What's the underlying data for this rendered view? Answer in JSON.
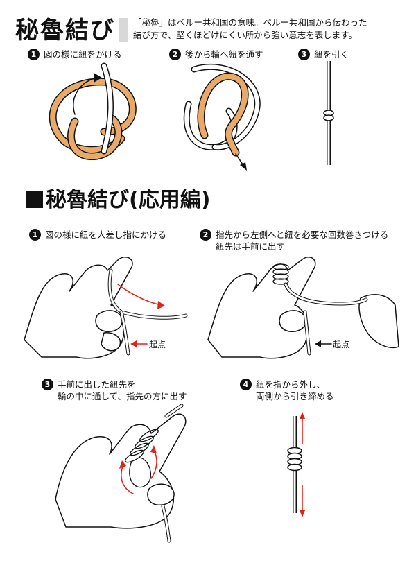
{
  "header": {
    "title": "秘魯結び",
    "description_line1": "「秘魯」はペルー共和国の意味。ペルー共和国から伝わった",
    "description_line2": "結び方で、堅くほどけにくい所から強い意志を表します。"
  },
  "basic_steps": [
    {
      "num": "1",
      "text": "図の様に紐をかける"
    },
    {
      "num": "2",
      "text": "後から輪へ紐を通す"
    },
    {
      "num": "3",
      "text": "紐を引く"
    }
  ],
  "applied": {
    "title": "秘魯結び(応用編)",
    "steps": [
      {
        "num": "1",
        "line1": "図の様に紐を人差し指にかける",
        "line2": ""
      },
      {
        "num": "2",
        "line1": "指先から左側へと紐を必要な回数巻きつける",
        "line2": "紐先は手前に出す"
      },
      {
        "num": "3",
        "line1": "手前に出した紐先を",
        "line2": "輪の中に通して、指先の方に出す"
      },
      {
        "num": "4",
        "line1": "紐を指から外し、",
        "line2": "両側から引き締める"
      }
    ],
    "start_label": "起点"
  },
  "colors": {
    "cord_orange": "#e9a968",
    "arrow_red": "#d9261c",
    "ink": "#111111"
  }
}
